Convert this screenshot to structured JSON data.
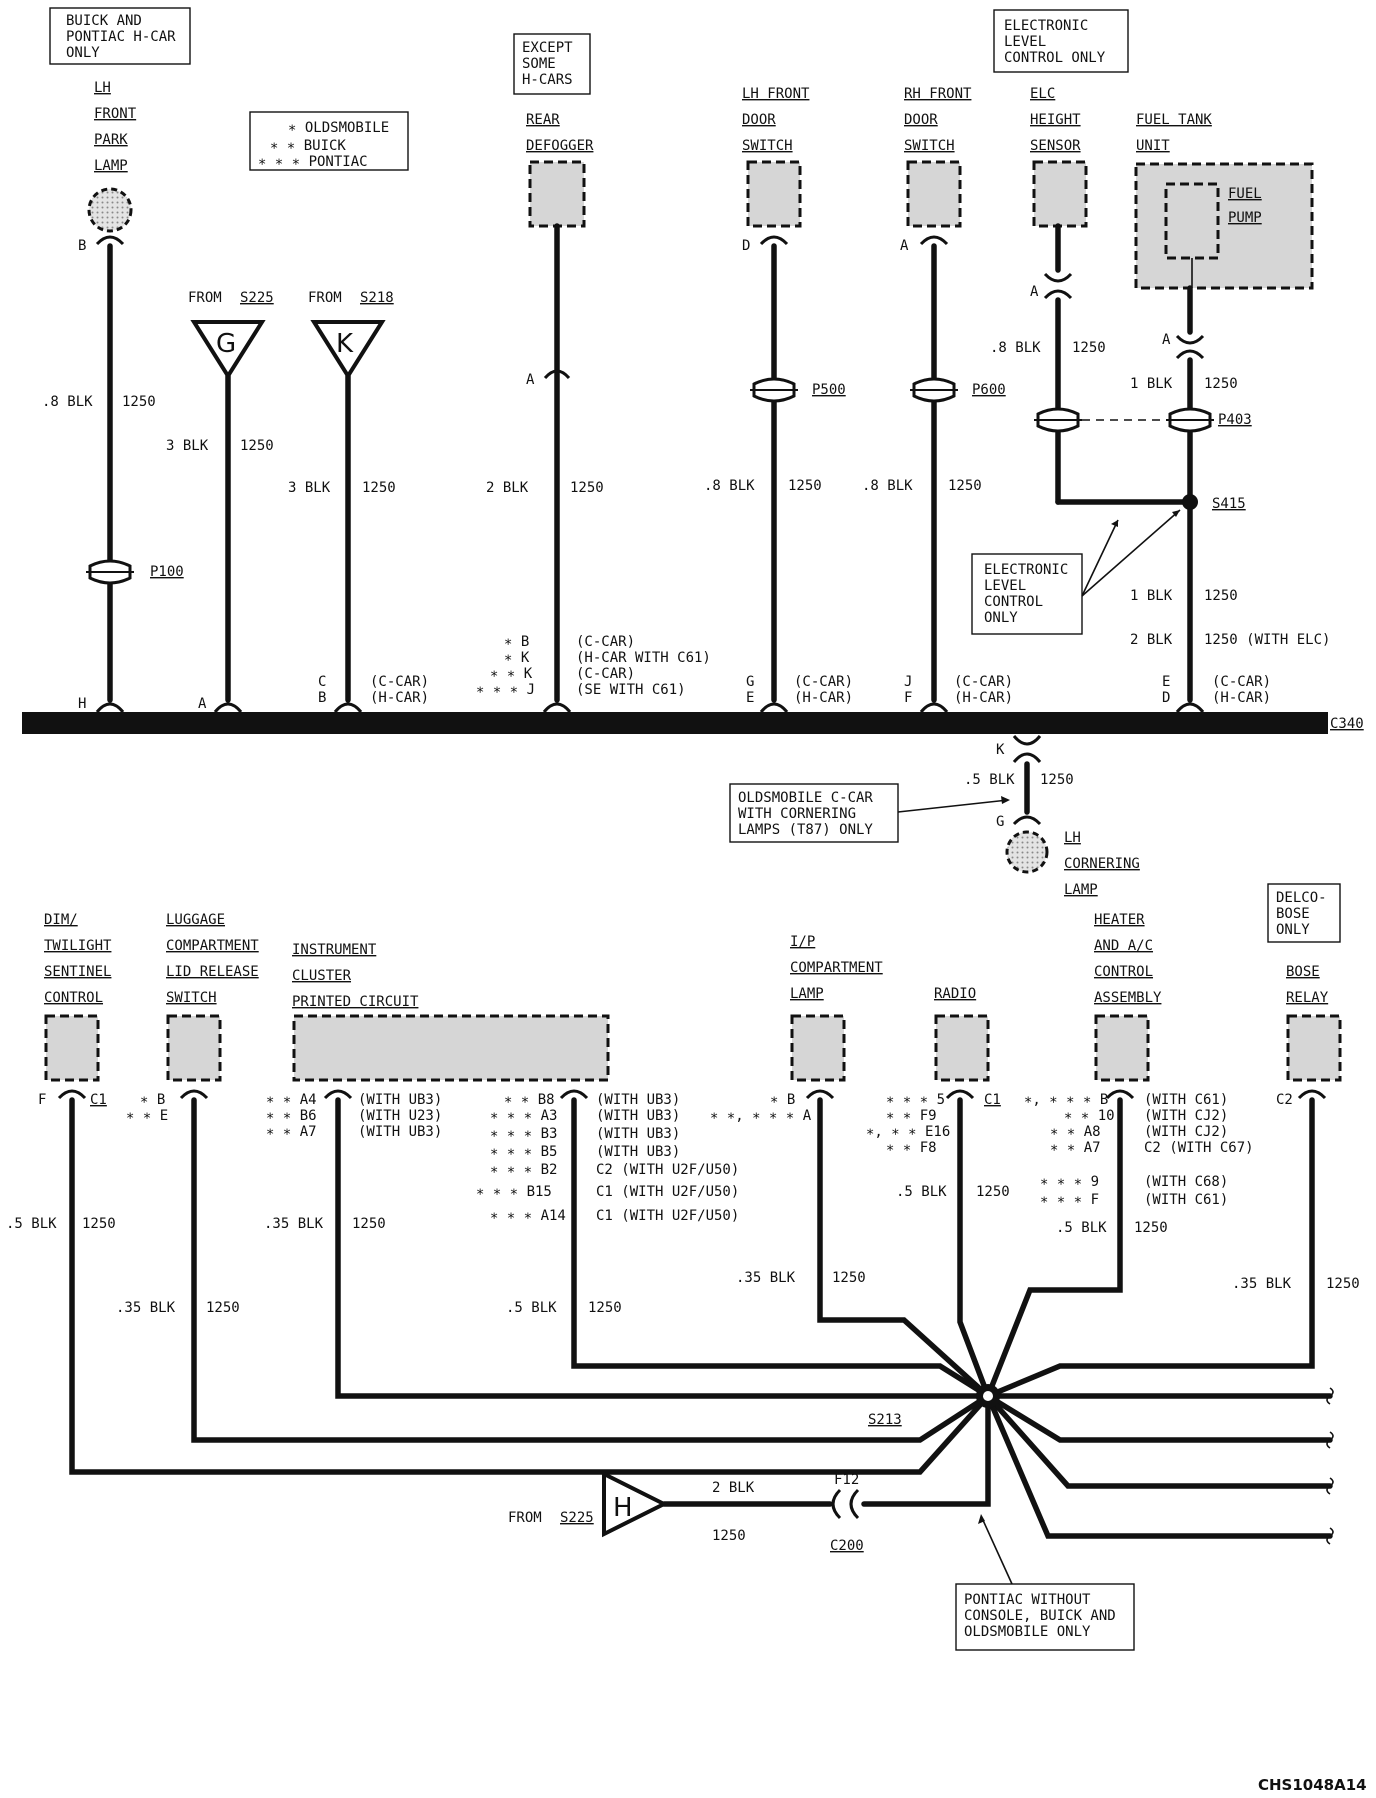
{
  "bus": {
    "name": "C340"
  },
  "note_boxes": {
    "buick_pontiac": [
      "BUICK AND",
      "PONTIAC H-CAR",
      "ONLY"
    ],
    "legend": [
      "∗ OLDSMOBILE",
      "∗ ∗ BUICK",
      "∗ ∗ ∗ PONTIAC"
    ],
    "except_h": [
      "EXCEPT",
      "SOME",
      "H-CARS"
    ],
    "elc_top": [
      "ELECTRONIC",
      "LEVEL",
      "CONTROL ONLY"
    ],
    "elc_mid": [
      "ELECTRONIC",
      "LEVEL",
      "CONTROL",
      "ONLY"
    ],
    "olds_corner": [
      "OLDSMOBILE C-CAR",
      "WITH CORNERING",
      "LAMPS (T87) ONLY"
    ],
    "delco": [
      "DELCO-",
      "BOSE",
      "ONLY"
    ],
    "pontiac_without": [
      "PONTIAC WITHOUT",
      "CONSOLE, BUICK AND",
      "OLDSMOBILE ONLY"
    ]
  },
  "components": {
    "lh_park": [
      "LH",
      "FRONT",
      "PARK",
      "LAMP"
    ],
    "rear_def": [
      "REAR",
      "DEFOGGER"
    ],
    "lh_door": [
      "LH FRONT",
      "DOOR",
      "SWITCH"
    ],
    "rh_door": [
      "RH FRONT",
      "DOOR",
      "SWITCH"
    ],
    "elc_sensor": [
      "ELC",
      "HEIGHT",
      "SENSOR"
    ],
    "fuel_tank": [
      "FUEL TANK",
      "UNIT"
    ],
    "fuel_pump": [
      "FUEL",
      "PUMP"
    ],
    "lh_corner": [
      "LH",
      "CORNERING",
      "LAMP"
    ],
    "dim": [
      "DIM/",
      "TWILIGHT",
      "SENTINEL",
      "CONTROL"
    ],
    "luggage": [
      "LUGGAGE",
      "COMPARTMENT",
      "LID RELEASE",
      "SWITCH"
    ],
    "instrument": [
      "INSTRUMENT",
      "CLUSTER",
      "PRINTED CIRCUIT"
    ],
    "ip_lamp": [
      "I/P",
      "COMPARTMENT",
      "LAMP"
    ],
    "radio": [
      "RADIO"
    ],
    "heater": [
      "HEATER",
      "AND A/C",
      "CONTROL",
      "ASSEMBLY"
    ],
    "bose": [
      "BOSE",
      "RELAY"
    ]
  },
  "sources": {
    "g": {
      "from": "FROM",
      "splice": "S225",
      "letter": "G"
    },
    "k": {
      "from": "FROM",
      "splice": "S218",
      "letter": "K"
    },
    "h": {
      "from": "FROM",
      "splice": "S225",
      "letter": "H"
    }
  },
  "wire_labels": {
    "w1_size": ".8 BLK",
    "w1_ckt": "1250",
    "w2_size": "3 BLK",
    "w2_ckt": "1250",
    "w3_size": "3 BLK",
    "w3_ckt": "1250",
    "w4_size": "2 BLK",
    "w4_ckt": "1250",
    "w5_size": ".8 BLK",
    "w5_ckt": "1250",
    "w6_size": ".8 BLK",
    "w6_ckt": "1250",
    "w7_size": ".8 BLK",
    "w7_ckt": "1250",
    "w8_size": "1 BLK",
    "w8_ckt": "1250",
    "w8b_size": "1 BLK",
    "w8b_ckt": "1250",
    "w8c_size": "2 BLK",
    "w8c_ckt": "1250 (WITH ELC)",
    "wk_size": ".5 BLK",
    "wk_ckt": "1250",
    "b1_size": ".5 BLK",
    "b1_ckt": "1250",
    "b2_size": ".35 BLK",
    "b2_ckt": "1250",
    "b3_size": ".35 BLK",
    "b3_ckt": "1250",
    "b4_size": ".5 BLK",
    "b4_ckt": "1250",
    "b5_size": ".35 BLK",
    "b5_ckt": "1250",
    "b6_size": ".5 BLK",
    "b6_ckt": "1250",
    "b7_size": ".5 BLK",
    "b7_ckt": "1250",
    "b8_size": ".35 BLK",
    "b8_ckt": "1250",
    "bh_size": "2 BLK",
    "bh_ckt": "1250"
  },
  "inline": {
    "p100": "P100",
    "p500": "P500",
    "p600": "P600",
    "p403": "P403",
    "s415": "S415",
    "s213": "S213",
    "f12": "F12",
    "c200": "C200"
  },
  "pins": {
    "lh_park_top": "B",
    "lh_park_bot": "H",
    "g_bot": "A",
    "k_bot1": "C",
    "k_bot2": "B",
    "k_note1": "(C-CAR)",
    "k_note2": "(H-CAR)",
    "rd_top": "A",
    "rd_1": "∗ B",
    "rd_2": "∗ K",
    "rd_3": "∗ ∗ K",
    "rd_4": "∗ ∗ ∗ J",
    "rd_n1": "(C-CAR)",
    "rd_n2": "(H-CAR WITH C61)",
    "rd_n3": "(C-CAR)",
    "rd_n4": "(SE WITH C61)",
    "lhd_top": "D",
    "lhd_b1": "G",
    "lhd_b2": "E",
    "lhd_n1": "(C-CAR)",
    "lhd_n2": "(H-CAR)",
    "rhd_top": "A",
    "rhd_b1": "J",
    "rhd_b2": "F",
    "rhd_n1": "(C-CAR)",
    "rhd_n2": "(H-CAR)",
    "elc_a": "A",
    "fuel_a": "A",
    "f_b1": "E",
    "f_b2": "D",
    "f_n1": "(C-CAR)",
    "f_n2": "(H-CAR)",
    "k_pin": "K",
    "g_pin": "G",
    "dim_f": "F",
    "dim_c1": "C1",
    "lug_1": "∗ B",
    "lug_2": "∗ ∗ E",
    "ic_1": "∗ ∗ A4",
    "ic_2": "∗ ∗ B6",
    "ic_3": "∗ ∗ A7",
    "ic_n1": "(WITH UB3)",
    "ic_n2": "(WITH U23)",
    "ic_n3": "(WITH UB3)",
    "ic2_1": "∗ ∗ B8",
    "ic2_2": "∗ ∗ ∗ A3",
    "ic2_3": "∗ ∗ ∗ B3",
    "ic2_4": "∗ ∗ ∗ B5",
    "ic2_5": "∗ ∗ ∗ B2",
    "ic2_6": "∗ ∗ ∗ B15",
    "ic2_7": "∗ ∗ ∗ A14",
    "ic2_n1": "(WITH UB3)",
    "ic2_n2": "(WITH UB3)",
    "ic2_n3": "(WITH UB3)",
    "ic2_n4": "(WITH UB3)",
    "ic2_n5": "C2  (WITH U2F/U50)",
    "ic2_n6": "C1  (WITH U2F/U50)",
    "ic2_n7": "C1  (WITH U2F/U50)",
    "ip_1": "∗ B",
    "ip_2": "∗ ∗, ∗ ∗ ∗ A",
    "r_1": "∗ ∗ ∗ 5",
    "r_2": "∗ ∗ F9",
    "r_3": "∗, ∗ ∗ E16",
    "r_4": "∗ ∗ F8",
    "r_c1": "C1",
    "h_1": "∗, ∗ ∗ ∗ B",
    "h_2": "∗ ∗ 10",
    "h_3": "∗ ∗ A8",
    "h_4": "∗ ∗ A7",
    "h_5": "∗ ∗ ∗ 9",
    "h_6": "∗ ∗ ∗ F",
    "h_n1": "(WITH C61)",
    "h_n2": "(WITH CJ2)",
    "h_n3": "(WITH CJ2)",
    "h_n4": "C2  (WITH C67)",
    "h_n5": "(WITH C68)",
    "h_n6": "(WITH C61)",
    "bose_c2": "C2"
  },
  "figure_id": "CHS1048A14"
}
